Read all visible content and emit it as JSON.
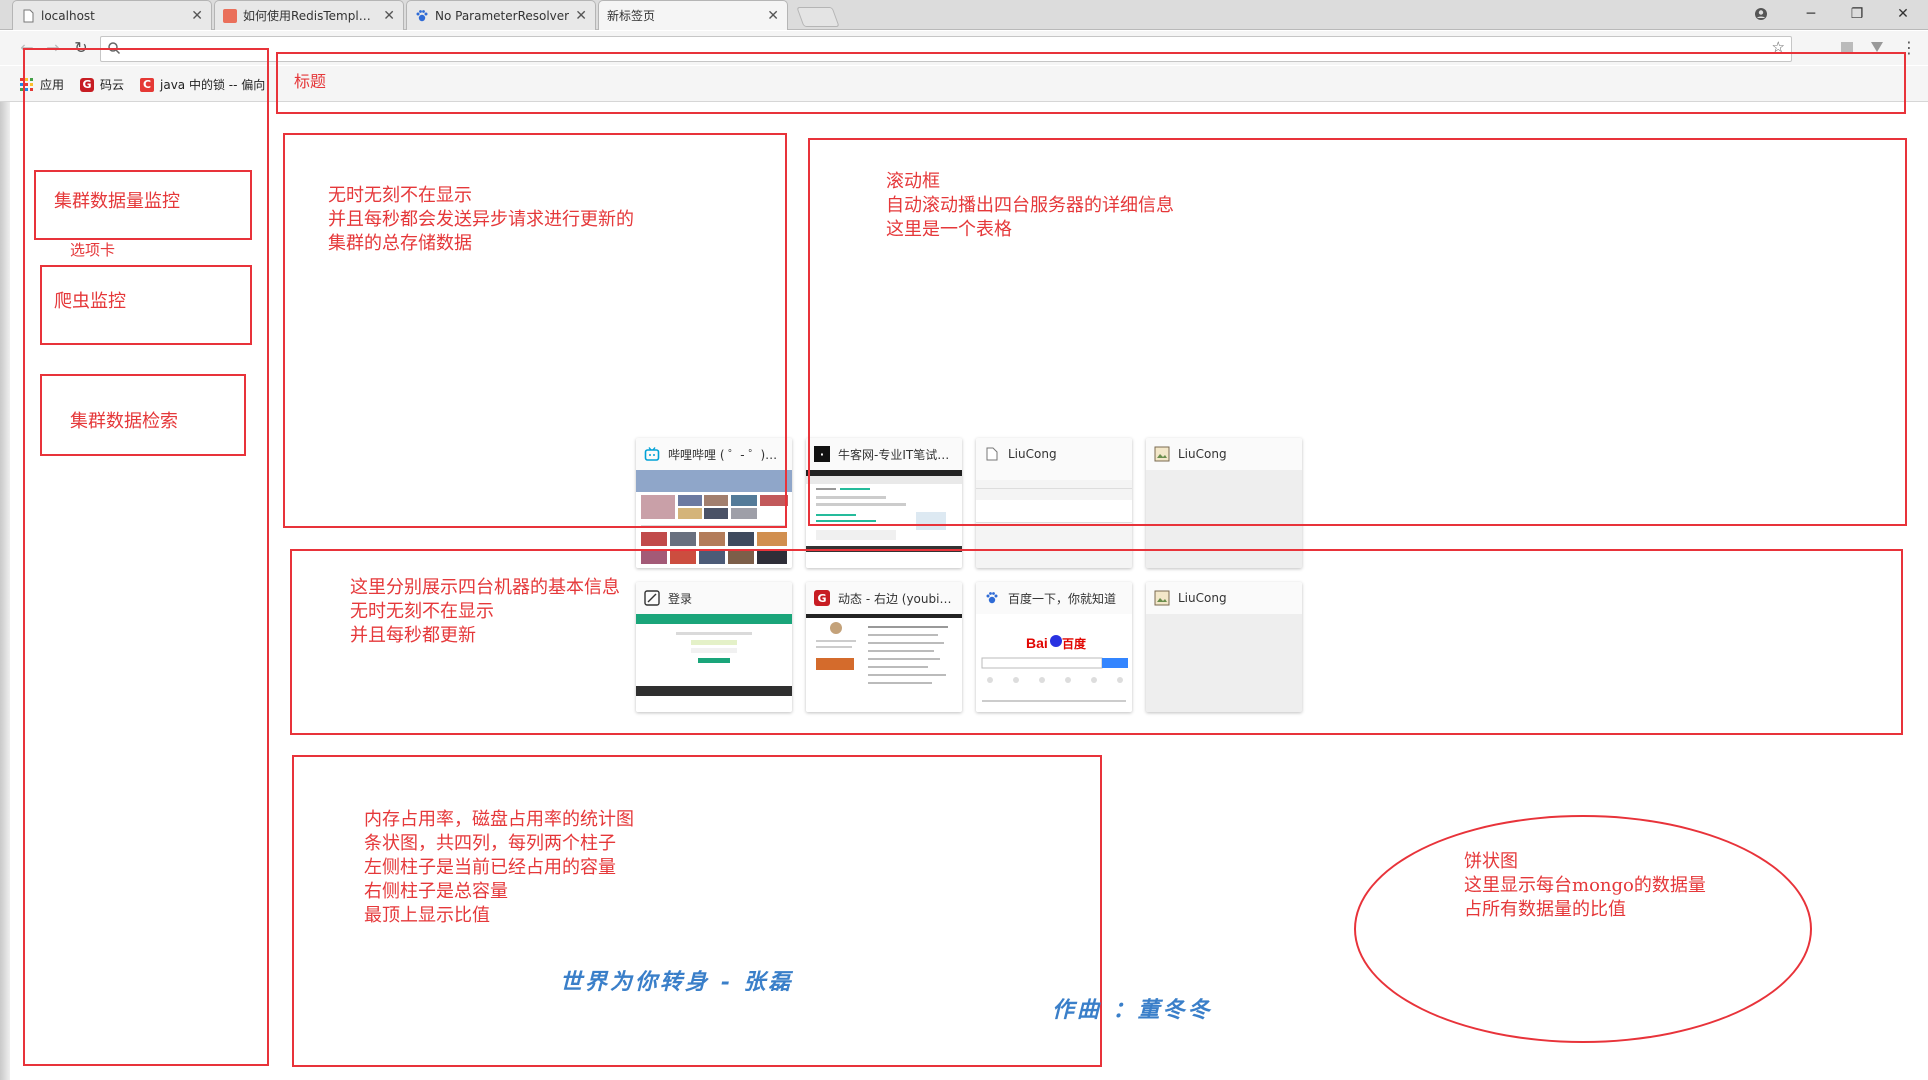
{
  "browser": {
    "tabs": [
      {
        "title": "localhost",
        "active": false
      },
      {
        "title": "如何使用RedisTemplate",
        "active": false
      },
      {
        "title": "No ParameterResolver",
        "active": false
      },
      {
        "title": "新标签页",
        "active": true
      }
    ],
    "bookmarks": [
      {
        "label": "应用",
        "icon": "apps-grid-icon"
      },
      {
        "label": "码云",
        "icon": "gitee-icon",
        "color": "#c71d23"
      },
      {
        "label": "java 中的锁 -- 偏向",
        "icon": "csdn-icon",
        "color": "#e53935"
      }
    ]
  },
  "wireframe": {
    "title_label": "标题",
    "tabs_hint": "选项卡",
    "nav": [
      {
        "label": "集群数据量监控"
      },
      {
        "label": "爬虫监控"
      },
      {
        "label": "集群数据检索"
      }
    ],
    "storage_note": [
      "无时无刻不在显示",
      "并且每秒都会发送异步请求进行更新的",
      "集群的总存储数据"
    ],
    "scroll_note": [
      "滚动框",
      "自动滚动播出四台服务器的详细信息",
      "这里是一个表格"
    ],
    "machines_note": [
      "这里分别展示四台机器的基本信息",
      "无时无刻不在显示",
      "并且每秒都更新"
    ],
    "bar_note": [
      "内存占用率，磁盘占用率的统计图",
      "条状图，共四列，每列两个柱子",
      "左侧柱子是当前已经占用的容量",
      "右侧柱子是总容量",
      "最顶上显示比值"
    ],
    "pie_note": [
      "饼状图",
      "这里显示每台mongo的数据量",
      "占所有数据量的比值"
    ]
  },
  "lyrics": {
    "line1": "世界为你转身 - 张磊",
    "line2": "作曲 ：董冬冬"
  },
  "most_visited": [
    {
      "title": "哔哩哔哩 ( ゜- ゜)つ…",
      "icon": "bilibili-icon",
      "color": "#00a1d6"
    },
    {
      "title": "牛客网-专业IT笔试…",
      "icon": "nowcoder-icon",
      "color": "#111111"
    },
    {
      "title": "LiuCong",
      "icon": "page-icon",
      "color": "#888888"
    },
    {
      "title": "LiuCong",
      "icon": "image-icon",
      "color": "#7a6a50"
    },
    {
      "title": "登录",
      "icon": "login-icon",
      "color": "#333333"
    },
    {
      "title": "动态 - 右边 (youbia…",
      "icon": "gitee-icon",
      "color": "#c71d23"
    },
    {
      "title": "百度一下，你就知道",
      "icon": "baidu-icon",
      "color": "#2932e1"
    },
    {
      "title": "LiuCong",
      "icon": "image-icon",
      "color": "#7a6a50"
    }
  ]
}
